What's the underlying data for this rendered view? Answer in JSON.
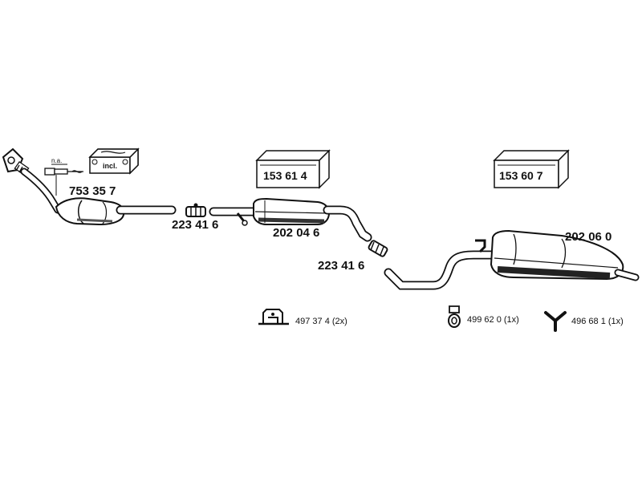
{
  "parts": {
    "catalytic_converter": {
      "number": "753 35 7",
      "sensor_note": "n.a.",
      "box_label": "incl."
    },
    "clamp_front": {
      "number": "223 41 6"
    },
    "center_silencer": {
      "number": "202 04 6",
      "box_label": "153 61 4"
    },
    "clamp_rear": {
      "number": "223 41 6"
    },
    "rear_silencer": {
      "number": "202 06 0",
      "box_label": "153 60 7"
    }
  },
  "accessories": [
    {
      "name": "bracket",
      "label": "497 37 4 (2x)"
    },
    {
      "name": "rubber-ring",
      "label": "499 62 0 (1x)"
    },
    {
      "name": "hanger",
      "label": "496 68 1 (1x)"
    }
  ]
}
